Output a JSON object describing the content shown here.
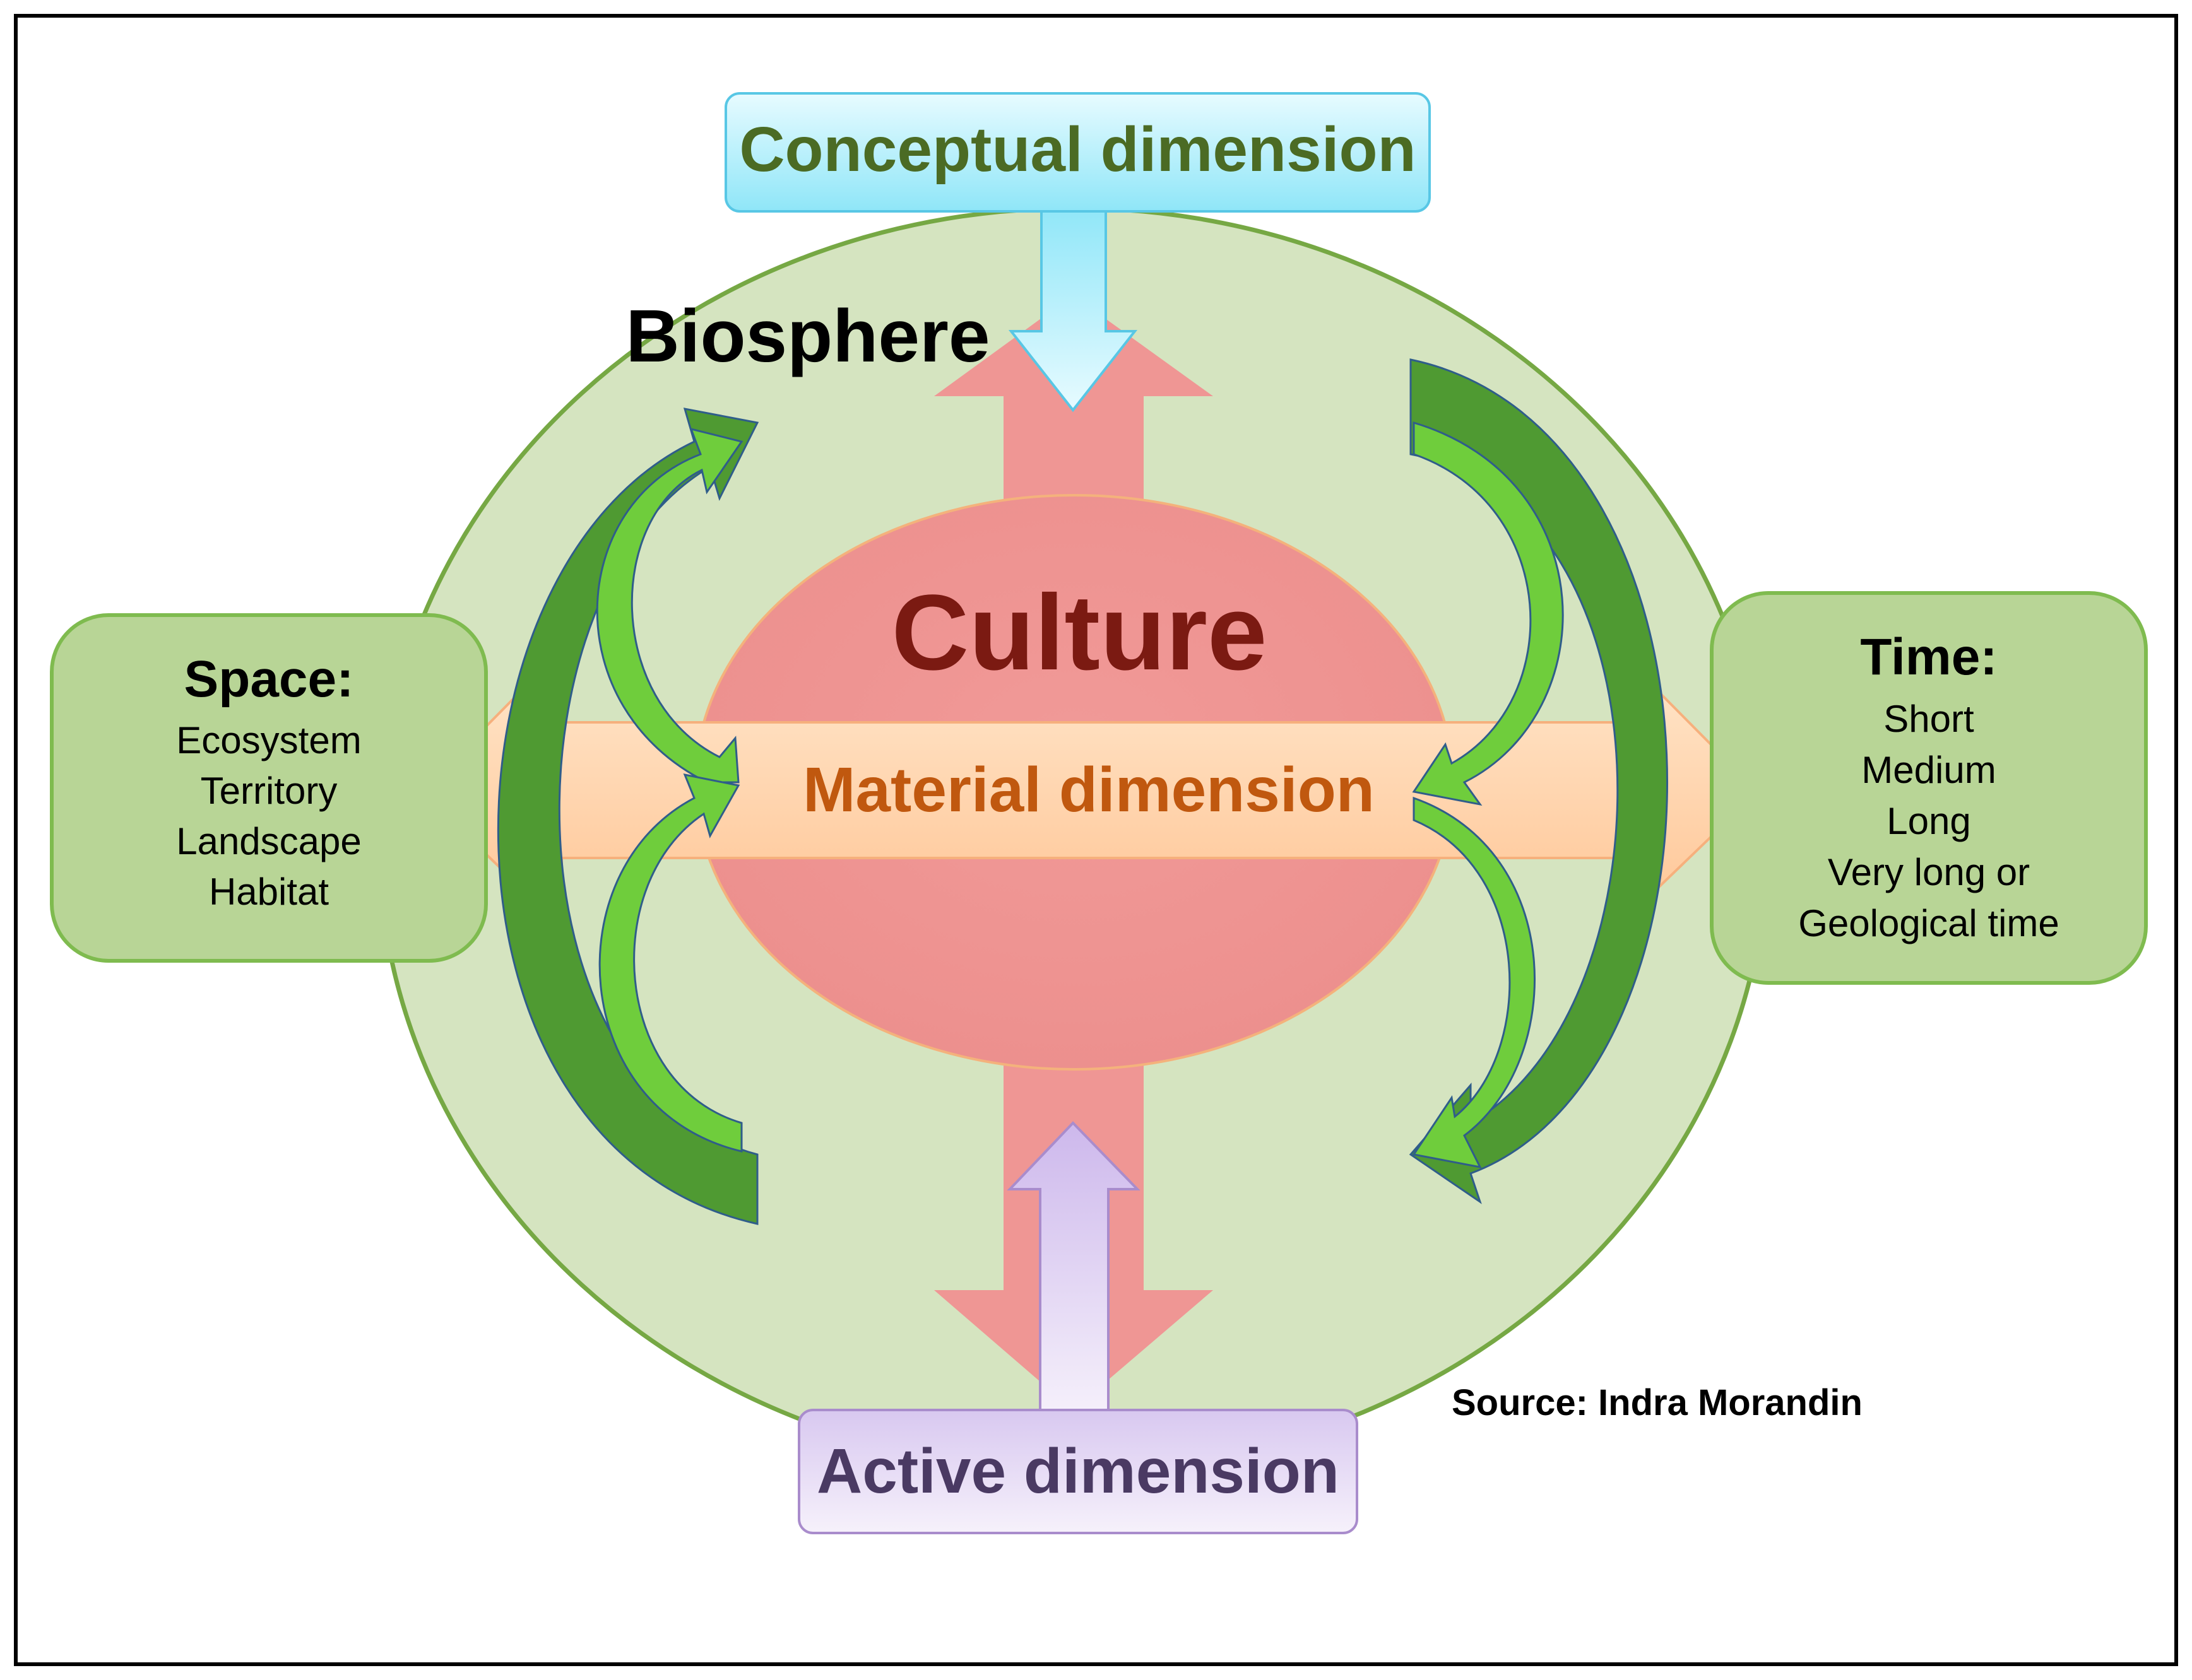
{
  "title_boxes": {
    "conceptual": "Conceptual dimension",
    "active": "Active dimension"
  },
  "biosphere": "Biosphere",
  "culture": "Culture",
  "material": "Material dimension",
  "space": {
    "heading": "Space:",
    "items": [
      "Ecosystem",
      "Territory",
      "Landscape",
      "Habitat"
    ]
  },
  "time": {
    "heading": "Time:",
    "items": [
      "Short",
      "Medium",
      "Long",
      "Very long or",
      "Geological time"
    ]
  },
  "source": "Source:  Indra Morandin",
  "colors": {
    "biosphere_fill": "#d5e4c0",
    "biosphere_stroke": "#76a844",
    "culture_fill": "#ef9694",
    "culture_text": "#7b1a12",
    "material_text": "#c0580f",
    "conceptual_text": "#4b6b24",
    "active_text": "#4a3a63",
    "green_dark": "#4f9a32",
    "green_light": "#6fcd3c"
  }
}
